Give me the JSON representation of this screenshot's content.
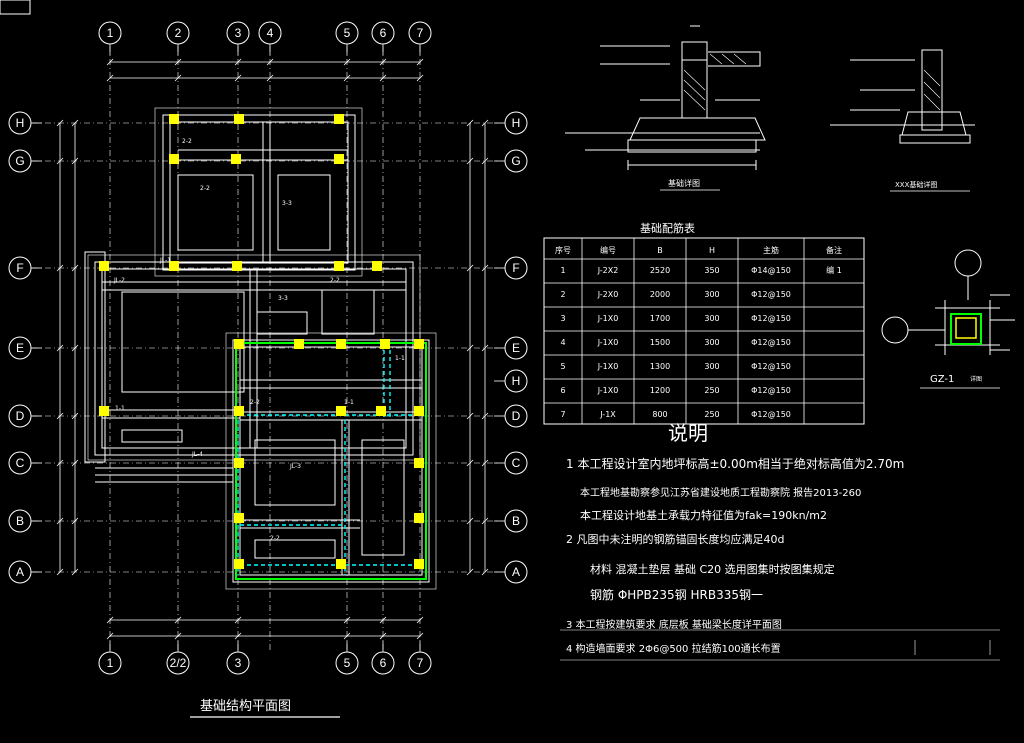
{
  "colors": {
    "background": "#000000",
    "line": "#ffffff",
    "column": "#ffff00",
    "highlight": "#00ff00",
    "dashed": "#00ffff"
  },
  "grid": {
    "top_labels": [
      "1",
      "2",
      "3",
      "4",
      "5",
      "6",
      "7"
    ],
    "bottom_labels": [
      "1",
      "2/2",
      "3",
      "5",
      "6",
      "7"
    ],
    "left_labels": [
      "H",
      "G",
      "F",
      "E",
      "D",
      "C",
      "B",
      "A"
    ],
    "right_labels": [
      "H",
      "G",
      "F",
      "E",
      "H",
      "D",
      "C",
      "B",
      "A"
    ]
  },
  "plan_title": "基础结构平面图",
  "plan_labels": [
    "2-2",
    "2-2",
    "3-3",
    "3-3",
    "2-2",
    "1-1",
    "2-2",
    "1-1",
    "2-2",
    "1-1",
    "JL-1",
    "JL-2",
    "JL-3",
    "JL-4"
  ],
  "details": {
    "detail1_label": "基础详图",
    "detail2_label": "XXX基础详图"
  },
  "table": {
    "title": "基础配筋表",
    "headers": [
      "序号",
      "编号",
      "B",
      "H",
      "主筋",
      "备注"
    ],
    "rows": [
      [
        "1",
        "J-2X2",
        "2520",
        "350",
        "Φ14@150",
        "编 1"
      ],
      [
        "2",
        "J-2X0",
        "2000",
        "300",
        "Φ12@150",
        ""
      ],
      [
        "3",
        "J-1X0",
        "1700",
        "300",
        "Φ12@150",
        ""
      ],
      [
        "4",
        "J-1X0",
        "1500",
        "300",
        "Φ12@150",
        ""
      ],
      [
        "5",
        "J-1X0",
        "1300",
        "300",
        "Φ12@150",
        ""
      ],
      [
        "6",
        "J-1X0",
        "1200",
        "250",
        "Φ12@150",
        ""
      ],
      [
        "7",
        "J-1X",
        "800",
        "250",
        "Φ12@150",
        ""
      ]
    ]
  },
  "column_detail_label": "GZ-1",
  "column_detail_note": "详图",
  "notes": {
    "title": "说明",
    "lines": [
      "1  本工程设计室内地坪标高±0.00m相当于绝对标高值为2.70m",
      "本工程地基勘察参见江苏省建设地质工程勘察院              报告2013-260",
      "本工程设计地基土承载力特征值为fak=190kn/m2",
      "2  凡图中未注明的钢筋锚固长度均应满足40d",
      "材料   混凝土垫层   基础         C20         选用图集时按图集规定",
      "钢筋    ΦHPB235钢      HRB335钢一",
      "3     本工程按建筑要求  底层板           基础梁长度详平面图",
      "4     构造墙面要求     2Φ6@500        拉结筋100通长布置"
    ]
  }
}
